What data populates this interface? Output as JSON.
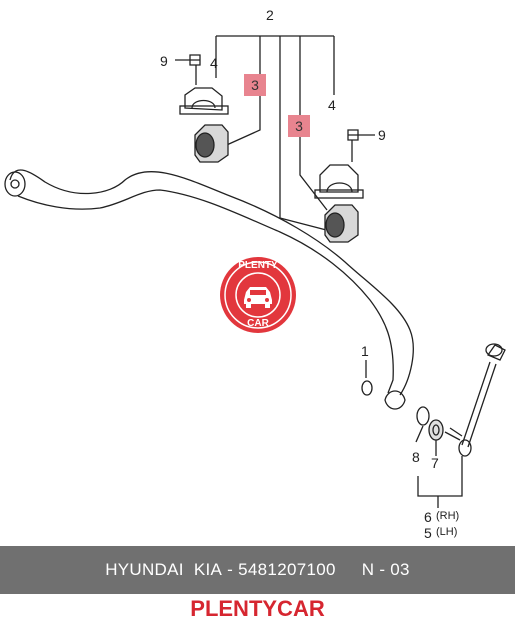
{
  "callouts": {
    "c2": "2",
    "c9_left": "9",
    "c4_left": "4",
    "c3_left": "3",
    "c3_right": "3",
    "c4_right": "4",
    "c9_right": "9",
    "c1": "1",
    "c8": "8",
    "c7": "7",
    "c6": "6",
    "c6_side": "(RH)",
    "c5": "5",
    "c5_side": "(LH)"
  },
  "watermark": {
    "top": "PLENTY",
    "bottom": "CAR",
    "color": "#e2373d"
  },
  "footer": {
    "brand": "HYUNDAI  KIA",
    "separator": " - ",
    "part_number": "5481207100",
    "section": "N - 03"
  },
  "brand_text": "PLENTYCAR",
  "colors": {
    "footer_bg": "#707070",
    "brand_red": "#d62630",
    "highlight": "#e8848f"
  }
}
